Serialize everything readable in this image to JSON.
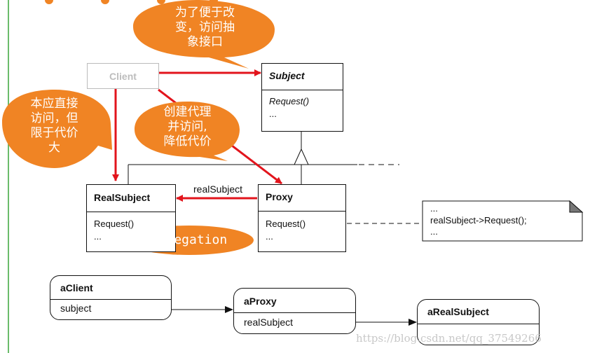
{
  "uml": {
    "client_label": "Client",
    "subject": {
      "name": "Subject",
      "op": "Request()",
      "more": "..."
    },
    "real_subject": {
      "name": "RealSubject",
      "op": "Request()",
      "more": "..."
    },
    "proxy": {
      "name": "Proxy",
      "op": "Request()",
      "more": "..."
    },
    "real_subject_assoc": "realSubject",
    "note": {
      "line1": "...",
      "line2": "realSubject->Request();",
      "line3": "..."
    }
  },
  "callouts": {
    "abstract_interface": {
      "line1": "为了便于改",
      "line2": "变，访问抽",
      "line3": "象接口"
    },
    "direct_access": {
      "line1": "本应直接",
      "line2": "访问，但",
      "line3": "限于代价",
      "line4": "大"
    },
    "create_proxy": {
      "line1": "创建代理",
      "line2": "并访问,",
      "line3": "降低代价"
    },
    "delegation": "Delegation"
  },
  "objects": {
    "a_client": {
      "name": "aClient",
      "field": "subject"
    },
    "a_proxy": {
      "name": "aProxy",
      "field": "realSubject"
    },
    "a_real_subject": {
      "name": "aRealSubject"
    }
  },
  "watermark": "https://blog.csdn.net/qq_37549266",
  "colors": {
    "arrow_red": "#e2141c",
    "bubble_orange": "#f08424",
    "frame_green": "#3aa53a"
  }
}
